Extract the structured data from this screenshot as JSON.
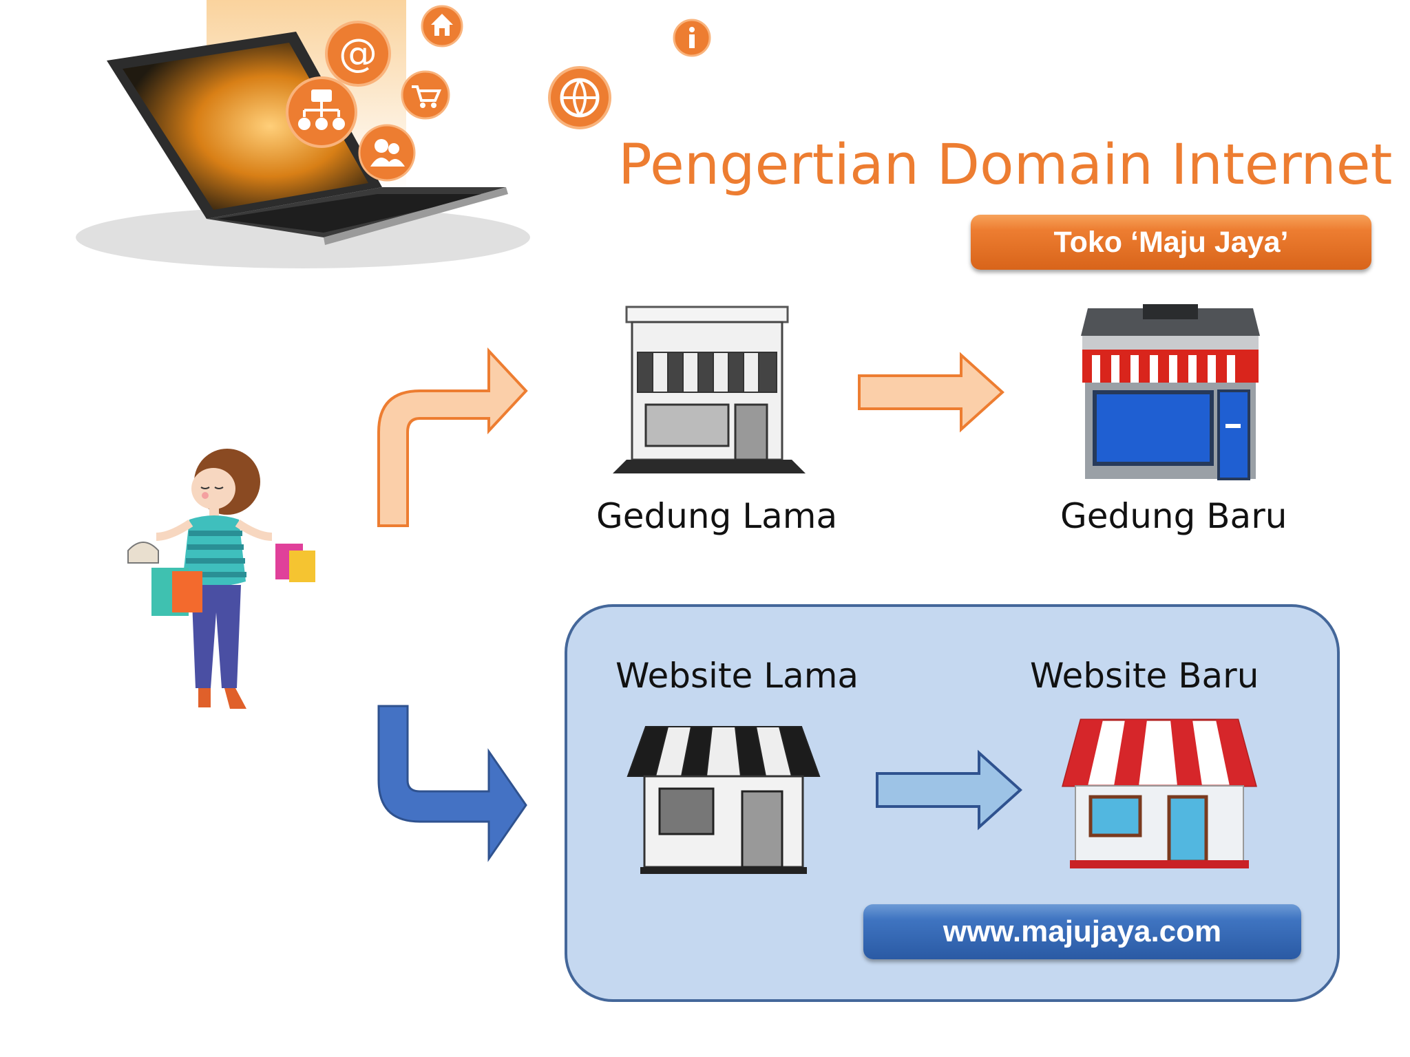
{
  "title": "Pengertian Domain Internet",
  "store_badge": "Toko ‘Maju Jaya’",
  "top_row": {
    "old_label": "Gedung Lama",
    "new_label": "Gedung Baru"
  },
  "bottom_row": {
    "old_label": "Website Lama",
    "new_label": "Website Baru"
  },
  "domain_badge": "www.majujaya.com",
  "colors": {
    "accent_orange": "#ED7D31",
    "arrow_orange_fill": "#FBCFA9",
    "accent_blue": "#4472C4",
    "arrow_blue_fill": "#9DC3E6",
    "panel_fill": "#C5D8F0",
    "panel_border": "#44679A"
  },
  "icons": [
    "at-icon",
    "home-icon",
    "cart-icon",
    "network-icon",
    "users-icon",
    "globe-icon",
    "info-icon"
  ]
}
